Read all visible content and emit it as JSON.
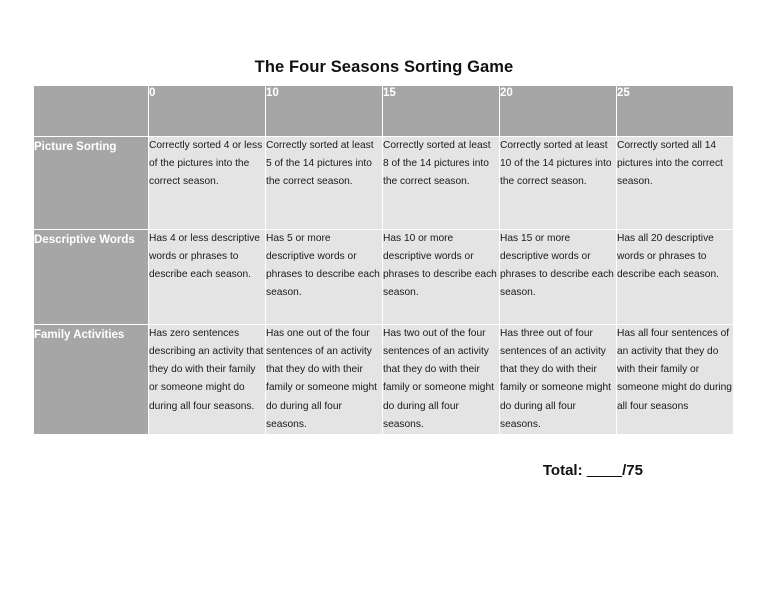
{
  "document": {
    "title": "The Four Seasons Sorting Game"
  },
  "rubric": {
    "corner_label": "",
    "score_headers": [
      "0",
      "10",
      "15",
      "20",
      "25"
    ],
    "criteria": [
      {
        "label": "Picture Sorting",
        "levels": [
          "Correctly sorted 4 or less of the pictures into the correct season.",
          "Correctly sorted at least 5 of the 14 pictures into the correct season.",
          "Correctly sorted at least 8 of the 14 pictures into the correct season.",
          "Correctly sorted at least 10 of the 14 pictures into the correct season.",
          "Correctly sorted all 14 pictures into the correct season."
        ]
      },
      {
        "label": "Descriptive Words",
        "levels": [
          "Has 4 or less descriptive words or phrases to describe each season.",
          "Has 5 or more descriptive words or phrases to describe each season.",
          "Has 10 or more descriptive words or phrases to describe each season.",
          "Has 15 or more descriptive words or phrases to describe each season.",
          "Has all 20 descriptive words or phrases to describe each season."
        ]
      },
      {
        "label": "Family Activities",
        "levels": [
          "Has zero sentences describing an activity that they do with their family or someone might do during all four seasons.",
          "Has one out of the four sentences of an activity that they do with their family or someone might do during all four seasons.",
          "Has two out of the four sentences of an activity that they do with their family or someone might do during all four seasons.",
          "Has three out of four sentences of an activity that they do with their family or someone might do during all four seasons.",
          "Has all four sentences of an activity that they do with their family or someone might do during all four seasons"
        ]
      }
    ]
  },
  "footer": {
    "total_label": "Total:",
    "total_blank": "____",
    "total_max": "/75"
  },
  "colors": {
    "header_gray": "#a6a6a6",
    "cell_gray": "#e4e4e4",
    "page_background": "#ffffff",
    "text_dark": "#1a1a1a",
    "text_light": "#ffffff"
  }
}
